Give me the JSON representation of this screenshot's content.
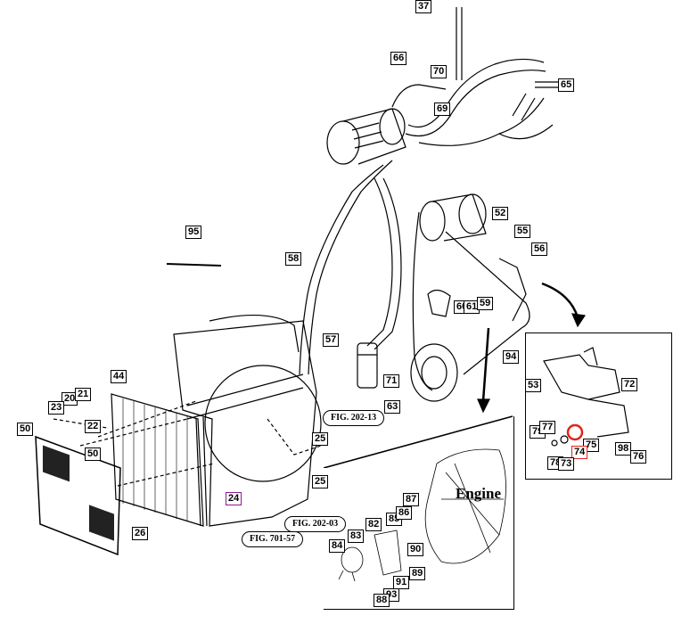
{
  "callouts": {
    "c37": "37",
    "c66": "66",
    "c70": "70",
    "c69": "69",
    "c65": "65",
    "c52": "52",
    "c55": "55",
    "c56": "56",
    "c60": "60",
    "c61": "61",
    "c59": "59",
    "c95": "95",
    "c58": "58",
    "c57": "57",
    "c71": "71",
    "c63": "63",
    "c94": "94",
    "c44": "44",
    "c20": "20",
    "c21": "21",
    "c23": "23",
    "c22": "22",
    "c50a": "50",
    "c50b": "50",
    "c25a": "25",
    "c25b": "25",
    "c24": "24",
    "c26": "26",
    "c53": "53",
    "c72": "72",
    "c77": "77",
    "c79": "79",
    "c75": "75",
    "c74": "74",
    "c78": "78",
    "c73": "73",
    "c98": "98",
    "c76": "76",
    "c87": "87",
    "c85": "85",
    "c86": "86",
    "c82": "82",
    "c83": "83",
    "c84": "84",
    "c90": "90",
    "c89": "89",
    "c91": "91",
    "c93": "93",
    "c88": "88"
  },
  "figure_refs": {
    "fig_202_13": "FIG. 202-13",
    "fig_202_03": "FIG. 202-03",
    "fig_701_57": "FIG. 701-57"
  },
  "engine_label": "Engine"
}
